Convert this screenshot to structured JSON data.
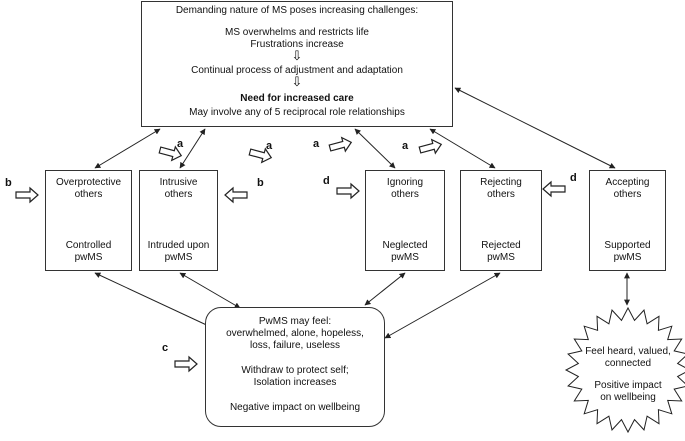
{
  "top": {
    "line1": "Demanding nature of MS poses increasing challenges:",
    "line2": "MS overwhelms and restricts life",
    "line3": "Frustrations increase",
    "line4": "Continual process of adjustment and adaptation",
    "line5": "Need for increased care",
    "line6": "May involve any of 5 reciprocal role relationships"
  },
  "roles": [
    {
      "top1": "Overprotective",
      "top2": "others",
      "bot1": "Controlled",
      "bot2": "pwMS"
    },
    {
      "top1": "Intrusive",
      "top2": "others",
      "bot1": "Intruded upon",
      "bot2": "pwMS"
    },
    {
      "top1": "Ignoring",
      "top2": "others",
      "bot1": "Neglected",
      "bot2": "pwMS"
    },
    {
      "top1": "Rejecting",
      "top2": "others",
      "bot1": "Rejected",
      "bot2": "pwMS"
    },
    {
      "top1": "Accepting",
      "top2": "others",
      "bot1": "Supported",
      "bot2": "pwMS"
    }
  ],
  "feel": {
    "line1": "PwMS may feel:",
    "line2": "overwhelmed, alone, hopeless,",
    "line3": "loss, failure, useless",
    "line4": "Withdraw to protect self;",
    "line5": "Isolation increases",
    "line6": "Negative impact on wellbeing"
  },
  "star": {
    "line1": "Feel heard, valued,",
    "line2": "connected",
    "line3": "Positive impact",
    "line4": "on wellbeing"
  },
  "labels": {
    "a": "a",
    "b": "b",
    "c": "c",
    "d": "d"
  },
  "down_arrow": "⇩"
}
